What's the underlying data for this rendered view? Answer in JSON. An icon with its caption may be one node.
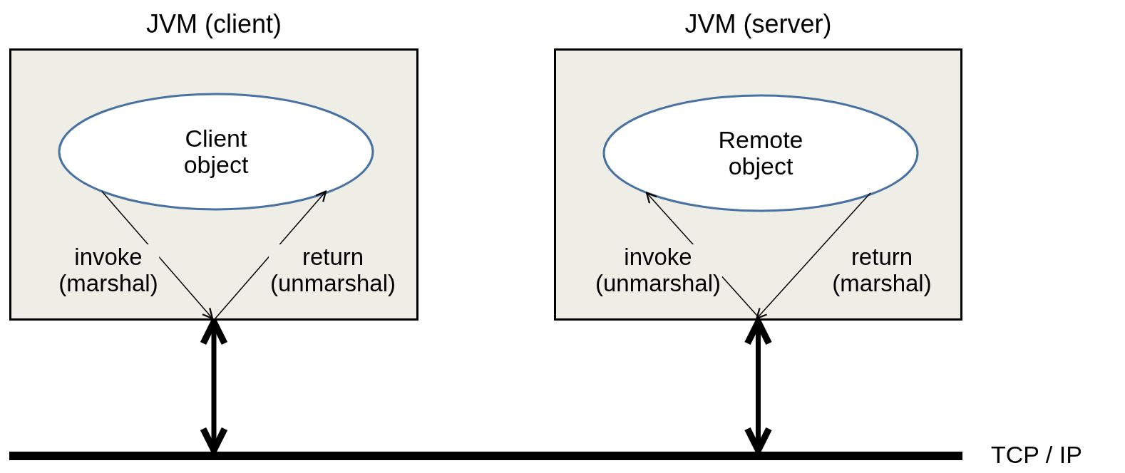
{
  "diagram": {
    "nodes": [
      {
        "text": [
          "JVM (client)"
        ]
      },
      {
        "text": [
          "Client object"
        ],
        "in": 0
      },
      {
        "text": [
          "JVM (server)"
        ]
      },
      {
        "text": [
          "Remote object"
        ],
        "in": 2
      },
      {
        "text": [],
        "shape": "bar",
        "beside": [
          "TCP / IP"
        ]
      }
    ],
    "edges": [
      {
        "from": 1,
        "to": 0,
        "arrow": "to",
        "label": "invoke (marshal)"
      },
      {
        "from": 0,
        "to": 1,
        "arrow": "to",
        "label": "return (unmarshal)"
      },
      {
        "from": 2,
        "to": 3,
        "arrow": "to",
        "label": "invoke (unmarshal)"
      },
      {
        "from": 3,
        "to": 2,
        "arrow": "to",
        "label": "return (marshal)"
      },
      {
        "from": 0,
        "to": 4,
        "arrow": "both",
        "style": "thick"
      },
      {
        "from": 2,
        "to": 4,
        "arrow": "both",
        "style": "thick"
      }
    ]
  }
}
